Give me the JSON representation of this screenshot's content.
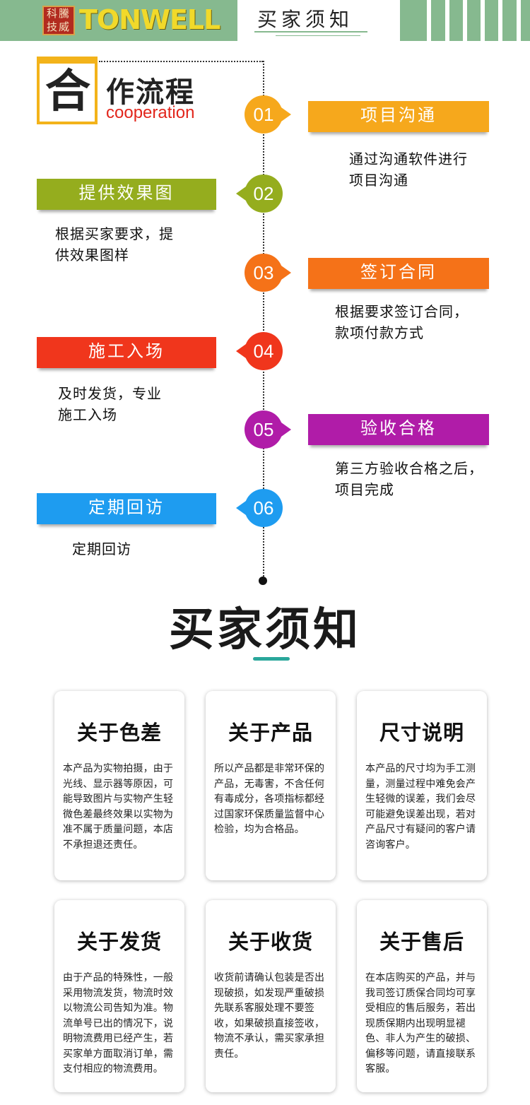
{
  "header": {
    "seal_lines": [
      "科騰",
      "技威"
    ],
    "brand": "TONWELL",
    "title": "买家须知"
  },
  "cooperation": {
    "big_char": "合",
    "title": "作流程",
    "subtitle": "cooperation"
  },
  "steps": [
    {
      "num": "01",
      "title": "项目沟通",
      "desc": [
        "通过沟通软件进行",
        "项目沟通"
      ],
      "color": "#f6a81c"
    },
    {
      "num": "02",
      "title": "提供效果图",
      "desc": [
        "根据买家要求，提",
        "供效果图样"
      ],
      "color": "#95ad1e"
    },
    {
      "num": "03",
      "title": "签订合同",
      "desc": [
        "根据要求签订合同，",
        "款项付款方式"
      ],
      "color": "#f57218"
    },
    {
      "num": "04",
      "title": "施工入场",
      "desc": [
        "及时发货，专业",
        "施工入场"
      ],
      "color": "#f0361c"
    },
    {
      "num": "05",
      "title": "验收合格",
      "desc": [
        "第三方验收合格之后，",
        "项目完成"
      ],
      "color": "#b01ca8"
    },
    {
      "num": "06",
      "title": "定期回访",
      "desc": [
        "定期回访"
      ],
      "color": "#1e9cf0"
    }
  ],
  "notice": {
    "title": "买家须知",
    "accent": "#2aa79b",
    "cards": [
      {
        "title": "关于色差",
        "body": "本产品为实物拍摄，由于光线、显示器等原因，可能导致图片与实物产生轻微色差最终效果以实物为准不属于质量问题，本店不承担退还责任。"
      },
      {
        "title": "关于产品",
        "body": "所以产品都是非常环保的产品，无毒害，不含任何有毒成分，各项指标都经过国家环保质量监督中心检验，均为合格品。"
      },
      {
        "title": "尺寸说明",
        "body": "本产品的尺寸均为手工测量，测量过程中难免会产生轻微的误差，我们会尽可能避免误差出现，若对产品尺寸有疑问的客户请咨询客户。"
      },
      {
        "title": "关于发货",
        "body": "由于产品的特殊性，一般采用物流发货，物流时效以物流公司告知为准。物流单号已出的情况下，说明物流费用已经产生，若买家单方面取消订单，需支付相应的物流费用。"
      },
      {
        "title": "关于收货",
        "body": "收货前请确认包装是否出现破损，如发现严重破损先联系客服处理不要签收，如果破损直接签收，物流不承认，需买家承担责任。"
      },
      {
        "title": "关于售后",
        "body": "在本店购买的产品，并与我司签订质保合同均可享受相应的售后服务，若出现质保期内出现明显褪色、非人为产生的破损、偏移等问题，请直接联系客服。"
      }
    ]
  }
}
